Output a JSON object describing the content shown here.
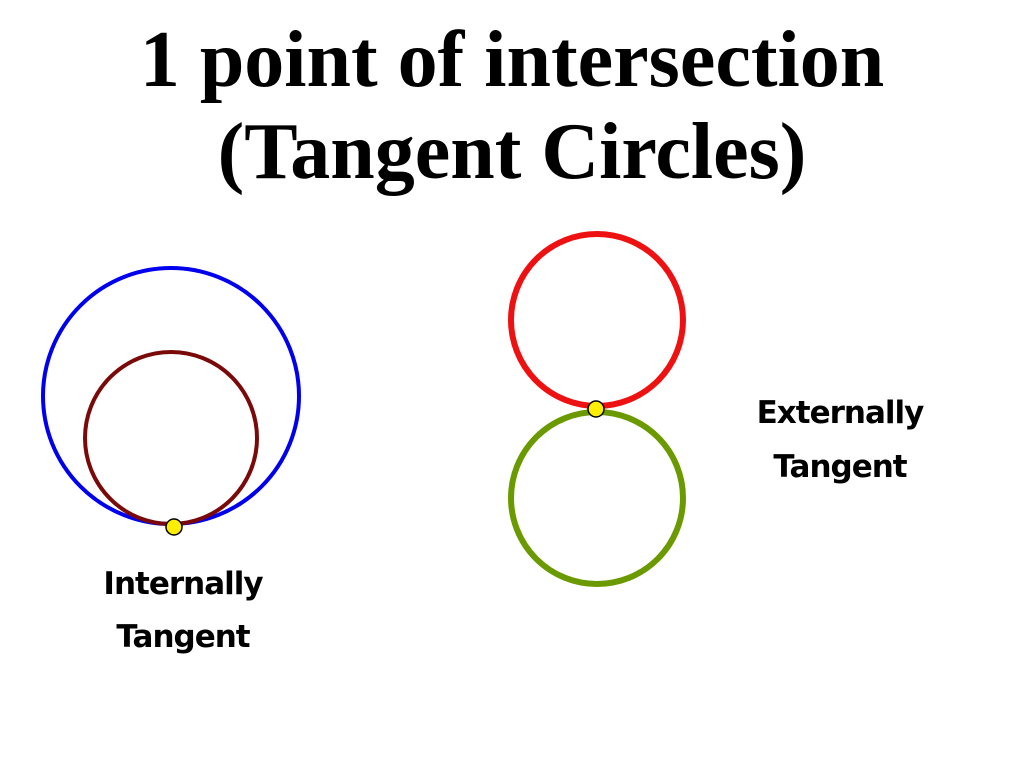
{
  "slide": {
    "title_line1": "1 point of intersection",
    "title_line2": "(Tangent Circles)"
  },
  "internal": {
    "label_line1": "Internally",
    "label_line2": "Tangent",
    "outer_color": "#0000ee",
    "inner_color": "#7a0a0a",
    "point_color": "#ffee00"
  },
  "external": {
    "label_line1": "Externally",
    "label_line2": "Tangent",
    "top_color": "#ee1111",
    "bottom_color": "#6a9a00",
    "point_color": "#ffee00"
  }
}
